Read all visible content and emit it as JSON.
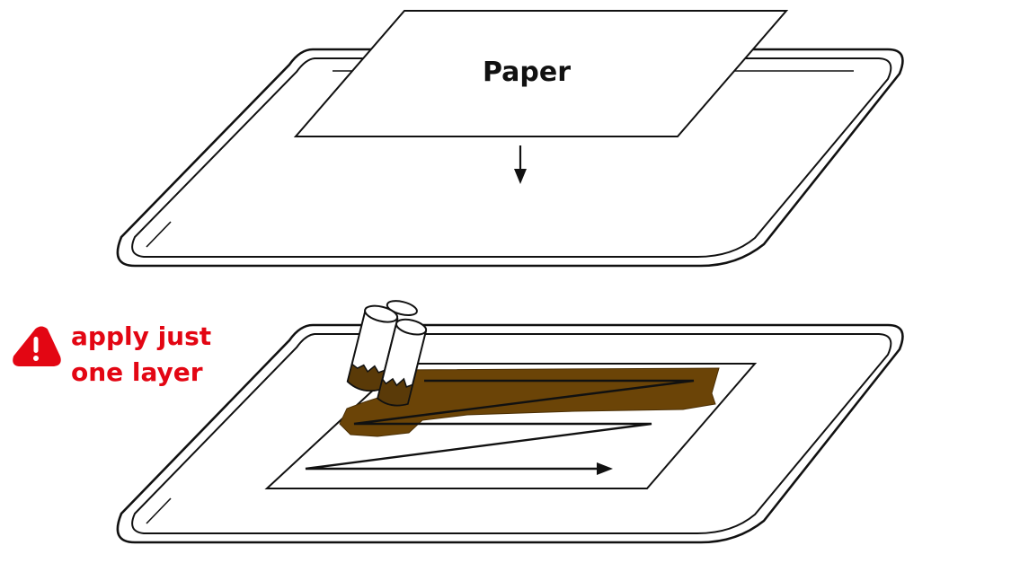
{
  "paper_label": "Paper",
  "warning": {
    "line1": "apply just",
    "line2": "one layer",
    "icon": "warning-triangle-icon",
    "color": "#e30613"
  },
  "colors": {
    "stroke": "#111111",
    "glue": "#6b4407",
    "background": "#ffffff"
  },
  "icons": [
    "paper-sheet",
    "down-arrow-icon",
    "tray",
    "glue-stick-icon",
    "zigzag-arrow-icon",
    "warning-triangle-icon"
  ]
}
